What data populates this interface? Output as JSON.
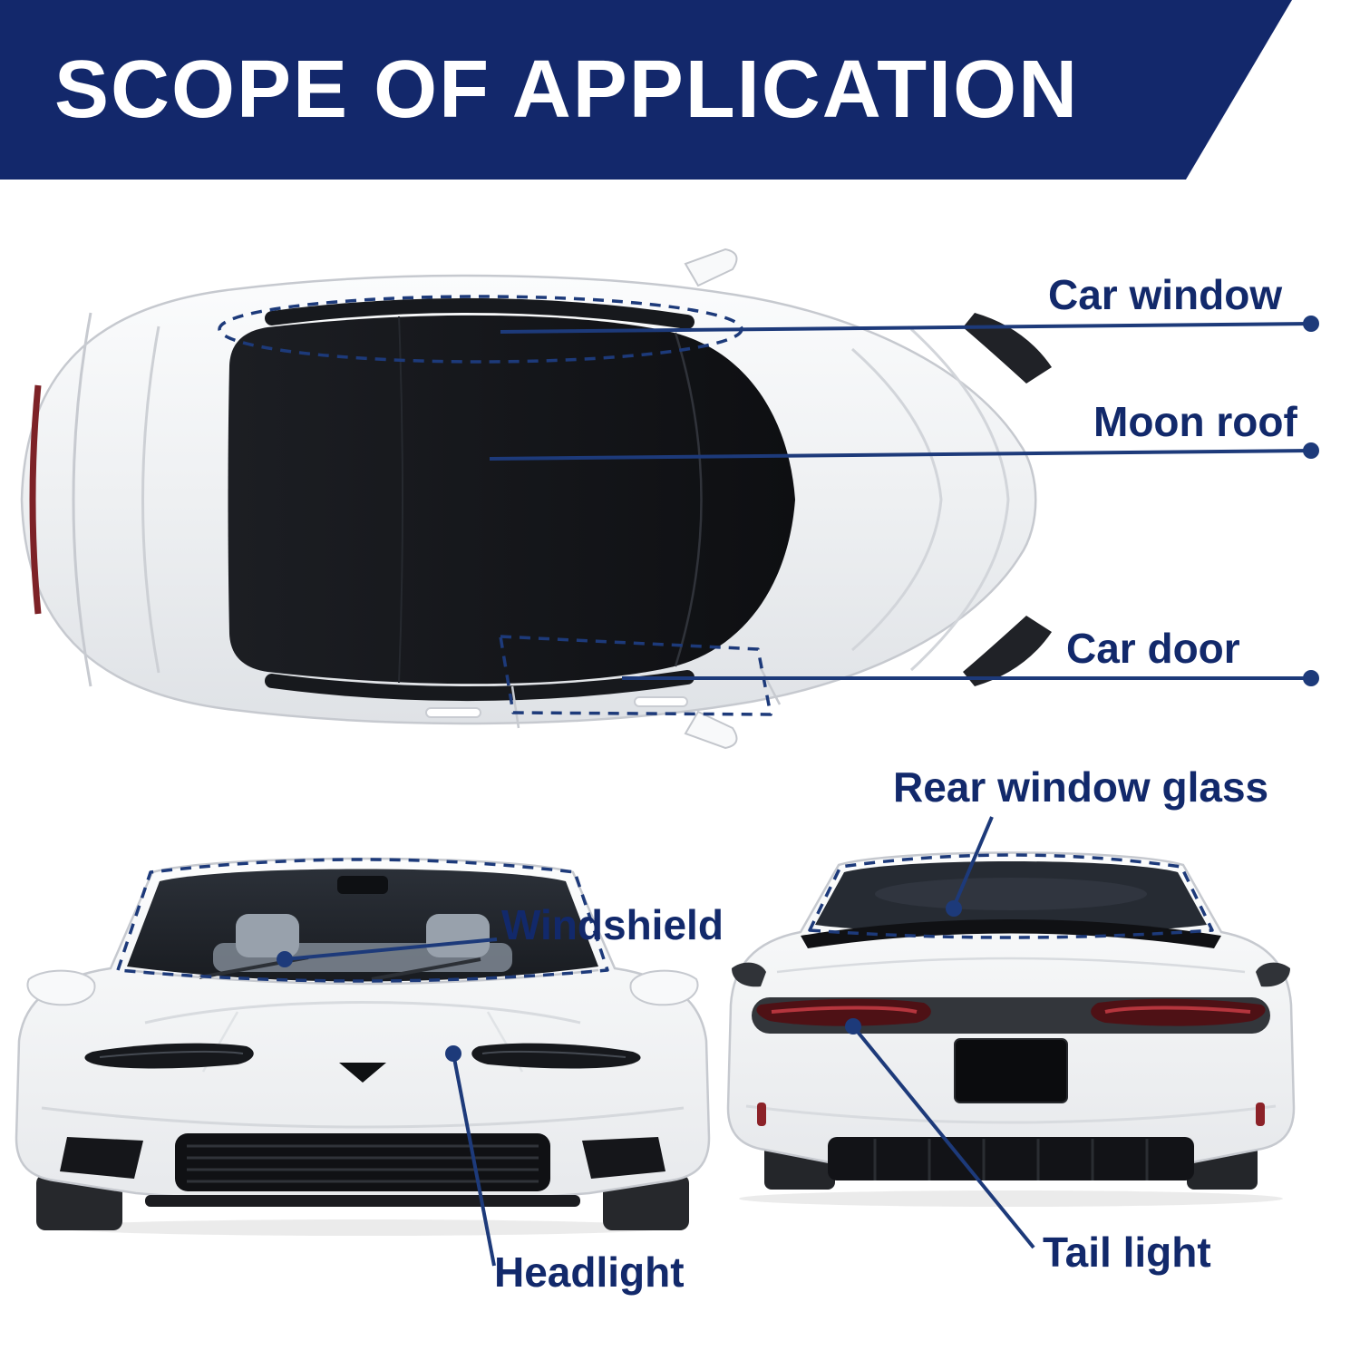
{
  "header": {
    "title": "SCOPE OF APPLICATION"
  },
  "callouts": {
    "car_window": {
      "label": "Car window"
    },
    "moon_roof": {
      "label": "Moon roof"
    },
    "car_door": {
      "label": "Car door"
    },
    "rear_window_glass": {
      "label": "Rear window glass"
    },
    "windshield": {
      "label": "Windshield"
    },
    "headlight": {
      "label": "Headlight"
    },
    "tail_light": {
      "label": "Tail light"
    }
  },
  "colors": {
    "banner_bg": "#13286b",
    "label_text": "#12296b",
    "leader_line": "#1d3a7a",
    "car_body": "#f3f4f6",
    "car_outline": "#c6c9cf",
    "glass": "#17191d",
    "tail_light_red": "#4e1115",
    "tail_light_glow": "#c13a41",
    "background": "#ffffff"
  },
  "views": {
    "top_view": "car top view",
    "front_view": "car front view",
    "rear_view": "car rear view"
  }
}
